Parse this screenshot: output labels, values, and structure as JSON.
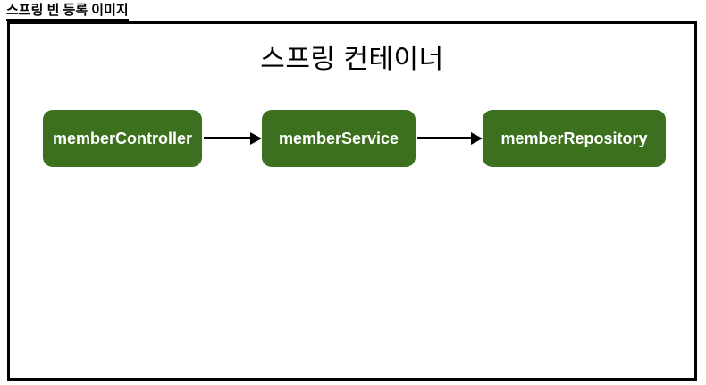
{
  "page": {
    "label": "스프링 빈 등록 이미지"
  },
  "container": {
    "title": "스프링 컨테이너",
    "beans": [
      {
        "label": "memberController"
      },
      {
        "label": "memberService"
      },
      {
        "label": "memberRepository"
      }
    ],
    "arrows": [
      {
        "from": "memberController",
        "to": "memberService"
      },
      {
        "from": "memberService",
        "to": "memberRepository"
      }
    ]
  },
  "colors": {
    "bean_fill": "#3C701F",
    "bean_text": "#FFFFFF",
    "border": "#000000",
    "background": "#FFFFFF"
  }
}
